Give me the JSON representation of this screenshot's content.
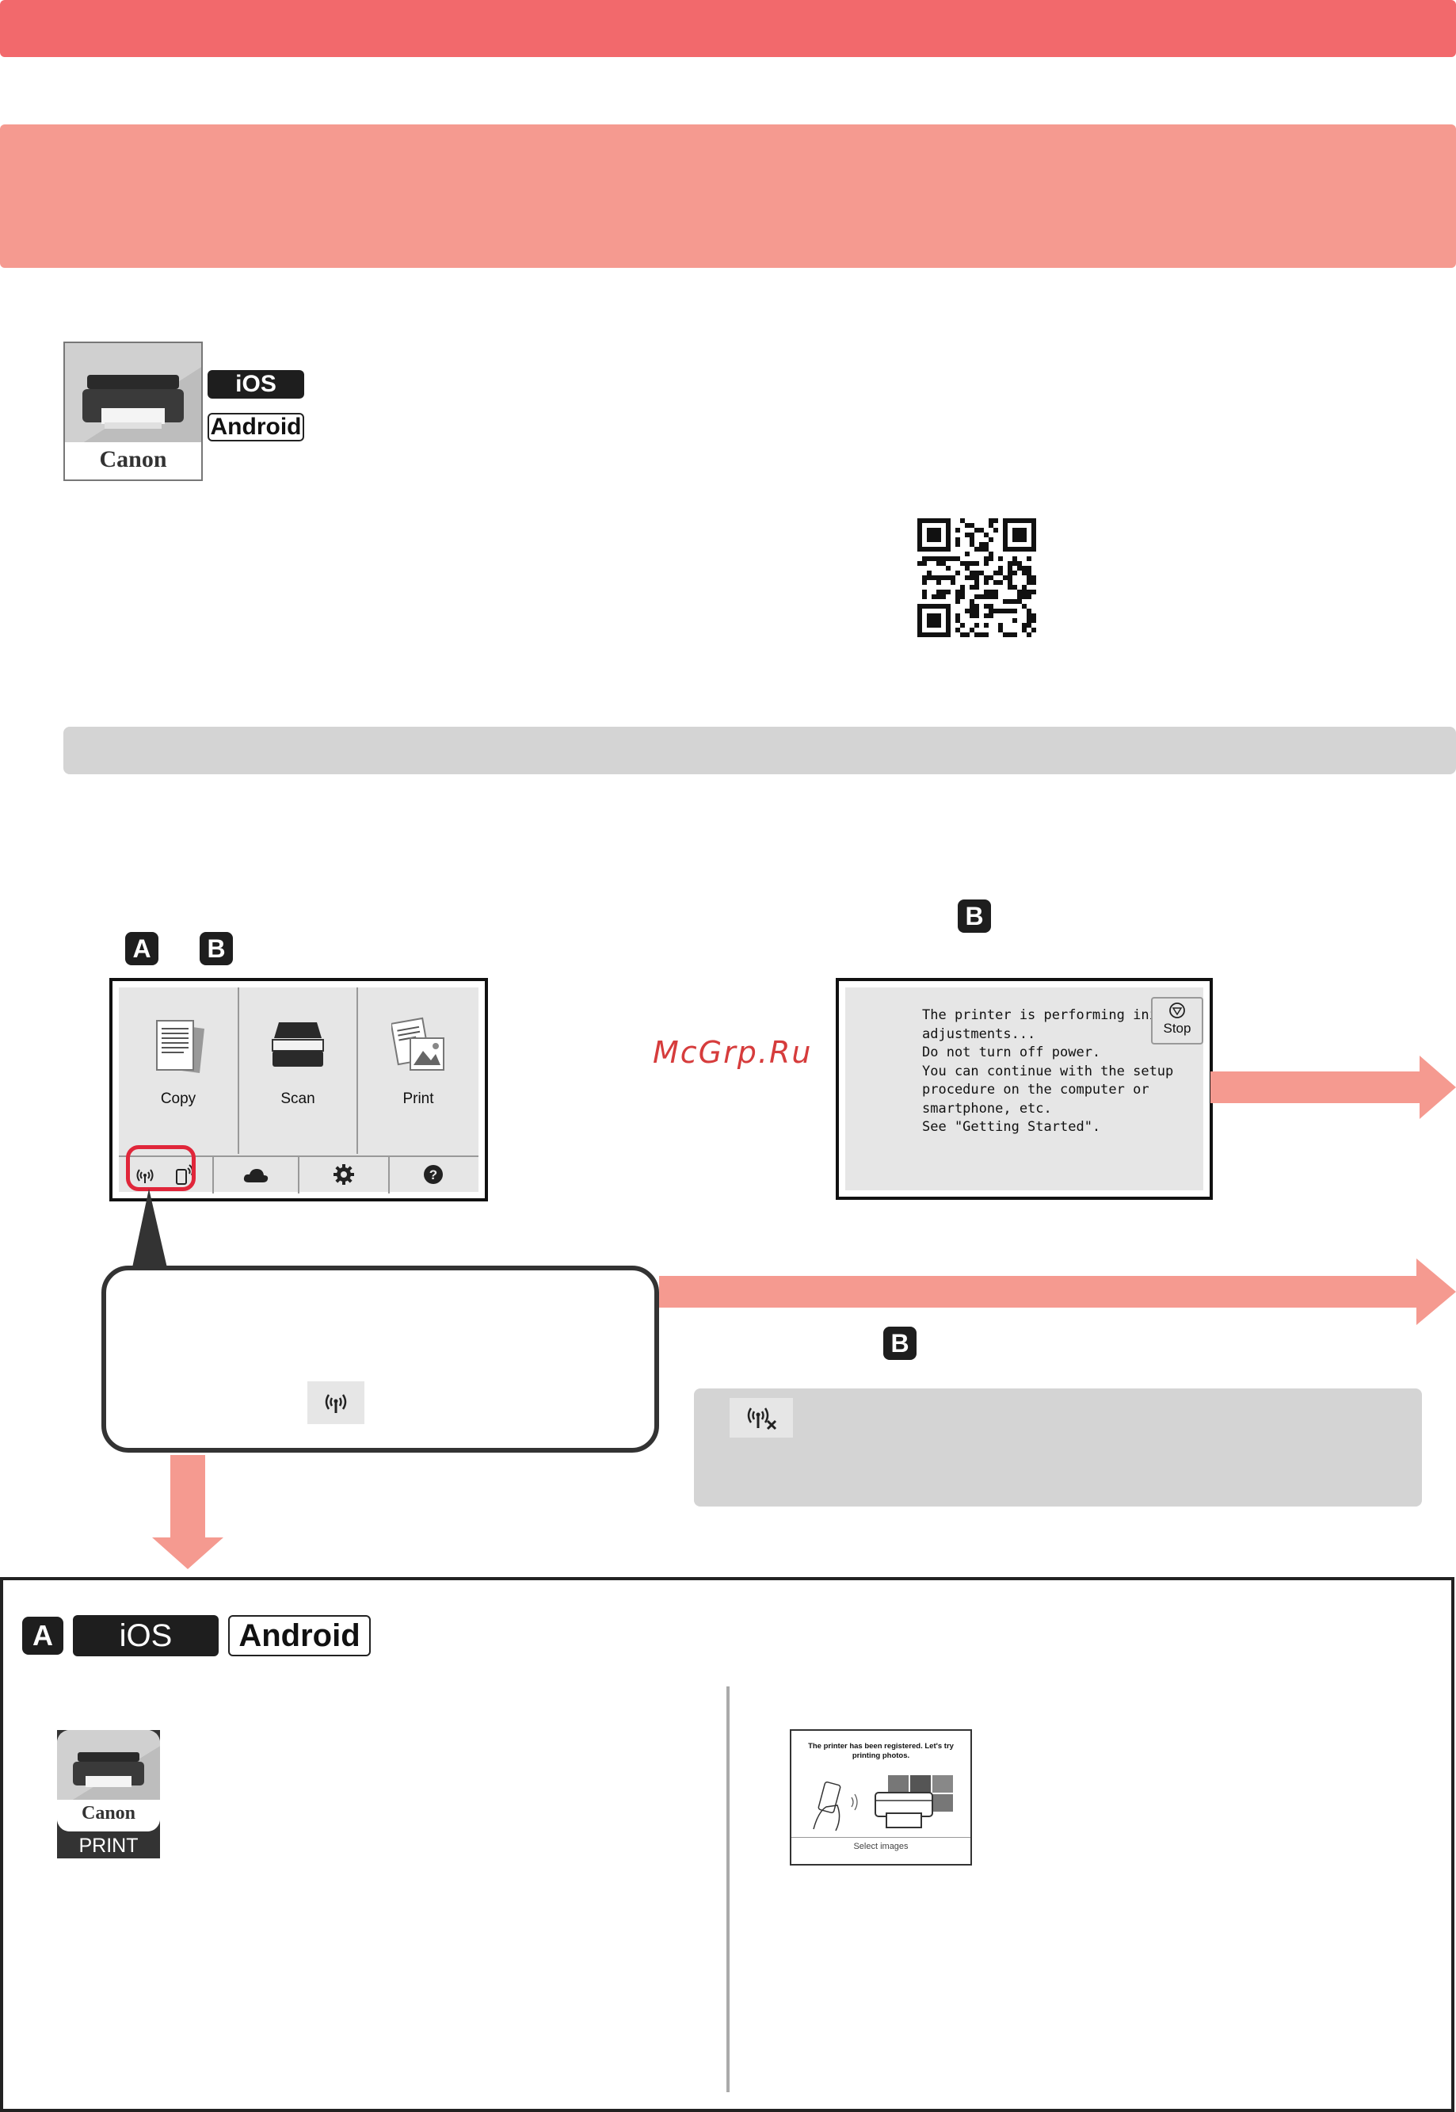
{
  "app_badges": {
    "ios": "iOS",
    "android": "Android"
  },
  "app_icon": {
    "brand": "Canon"
  },
  "step_badges": {
    "a": "A",
    "b": "B"
  },
  "home_screen": {
    "tiles": [
      {
        "label": "Copy"
      },
      {
        "label": "Scan"
      },
      {
        "label": "Print"
      }
    ],
    "bottom_icons": [
      "wireless-icon",
      "smartphone-icon",
      "cloud-icon",
      "gear-icon",
      "help-icon"
    ]
  },
  "message_screen": {
    "text": "The printer is performing initial\nadjustments...\nDo not turn off power.\nYou can continue with the setup\nprocedure on the computer or\nsmartphone, etc.\nSee \"Getting Started\".",
    "stop_label": "Stop"
  },
  "watermark": "McGrp.Ru",
  "bottom_section": {
    "badge_a": "A",
    "ios": "iOS",
    "android": "Android",
    "print_app": {
      "brand": "Canon",
      "label": "PRINT"
    },
    "phone_screen": {
      "message": "The printer has been registered. Let's try printing photos.",
      "button": "Select images"
    }
  },
  "colors": {
    "banner_top": "#f2696c",
    "banner_sub": "#f59a90",
    "arrow": "#f59a90",
    "highlight": "#e0263a",
    "gray_panel": "#d4d4d4"
  }
}
